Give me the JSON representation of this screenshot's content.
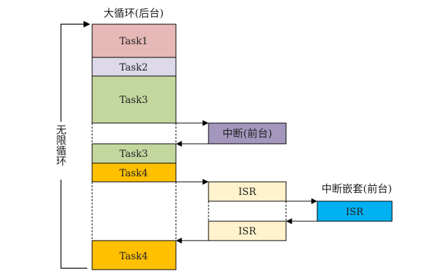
{
  "title": "大循环(后台)",
  "loop_label": "无限循环",
  "interrupt_label": "中断(前台)",
  "nested_label": "中断嵌套(前台)",
  "colors": {
    "task1": "#e6b8b6",
    "task2": "#ddd9e8",
    "task3": "#c4d79f",
    "task4": "#ffc000",
    "interrupt": "#a497bd",
    "isr": "#fff2cc",
    "nested_isr": "#00b0f0"
  },
  "blocks": {
    "task1": "Task1",
    "task2": "Task2",
    "task3a": "Task3",
    "task3b": "Task3",
    "task4a": "Task4",
    "task4b": "Task4",
    "isr1": "ISR",
    "isr2": "ISR",
    "nested_isr": "ISR"
  }
}
